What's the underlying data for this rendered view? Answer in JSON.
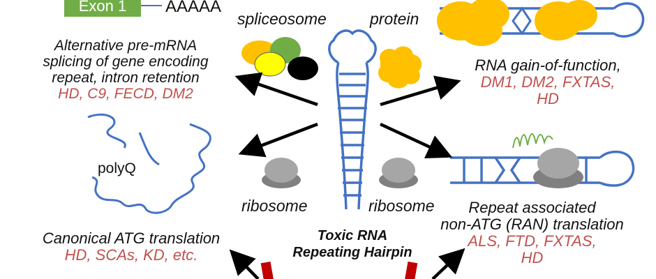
{
  "exon": {
    "label": "Exon 1",
    "polyA": "AAAAA"
  },
  "labels": {
    "spliceosome": "spliceosome",
    "protein": "protein",
    "ribosome_left": "ribosome",
    "ribosome_right": "ribosome",
    "polyq": "polyQ"
  },
  "splicing": {
    "lines": [
      "Alternative pre-mRNA",
      "splicing of gene encoding",
      "repeat, intron retention"
    ],
    "diseases": "HD, C9, FECD, DM2"
  },
  "gain": {
    "line": "RNA gain-of-function,",
    "diseases": [
      "DM1, DM2, FXTAS,",
      "HD"
    ]
  },
  "canonical": {
    "line": "Canonical ATG translation",
    "diseases": "HD, SCAs, KD, etc."
  },
  "ran": {
    "lines": [
      "Repeat associated",
      "non-ATG (RAN) translation"
    ],
    "diseases": [
      "ALS, FTD, FXTAS,",
      "HD"
    ]
  },
  "center": {
    "lines": [
      "Toxic RNA",
      "Repeating Hairpin"
    ]
  },
  "colors": {
    "exon_green": "#70ad47",
    "rna_blue": "#4472c4",
    "disease_red": "#c0504d",
    "protein_gold": "#ffc000",
    "ribosome_gray": "#a6a6a6",
    "squiggle_green": "#70ad47"
  }
}
